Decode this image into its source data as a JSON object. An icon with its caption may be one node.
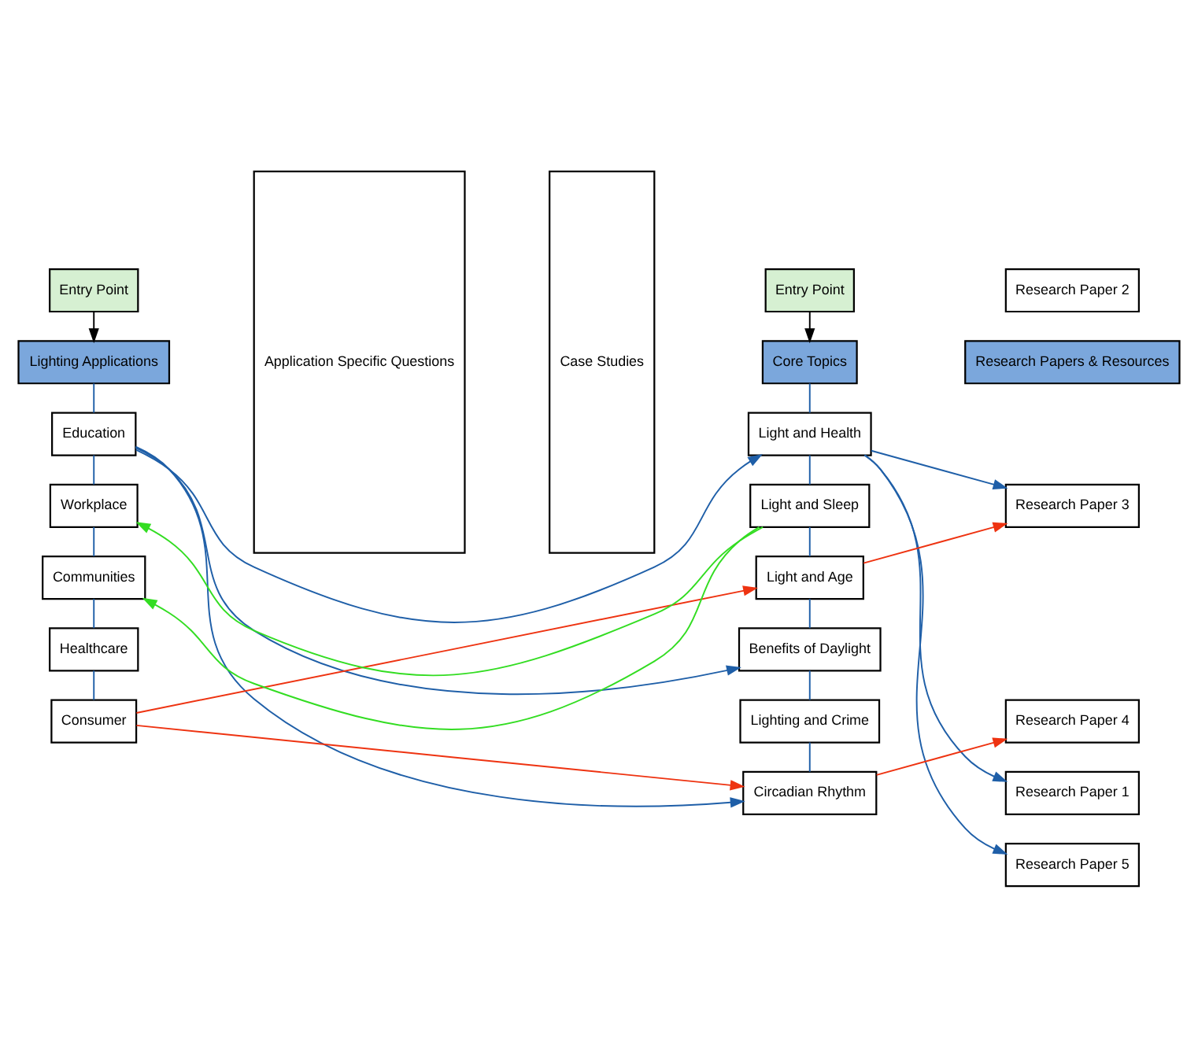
{
  "diagram": {
    "nodes": [
      {
        "text": [
          "Entry Point"
        ]
      },
      {
        "text": [
          "Lighting Applications"
        ]
      },
      {
        "text": [
          "Education"
        ]
      },
      {
        "text": [
          "Workplace"
        ]
      },
      {
        "text": [
          "Communities"
        ]
      },
      {
        "text": [
          "Healthcare"
        ]
      },
      {
        "text": [
          "Consumer"
        ]
      },
      {
        "text": [
          "Application Specific Questions"
        ]
      },
      {
        "text": [
          "Case Studies"
        ]
      },
      {
        "text": [
          "Entry Point"
        ]
      },
      {
        "text": [
          "Core Topics"
        ]
      },
      {
        "text": [
          "Light and Health"
        ]
      },
      {
        "text": [
          "Light and Sleep"
        ]
      },
      {
        "text": [
          "Light and Age"
        ]
      },
      {
        "text": [
          "Benefits of Daylight"
        ]
      },
      {
        "text": [
          "Lighting and Crime"
        ]
      },
      {
        "text": [
          "Circadian Rhythm"
        ]
      },
      {
        "text": [
          "Research Papers & Resources"
        ]
      },
      {
        "text": [
          "Research Paper 1"
        ]
      },
      {
        "text": [
          "Research Paper 2"
        ]
      },
      {
        "text": [
          "Research Paper 3"
        ]
      },
      {
        "text": [
          "Research Paper 4"
        ]
      },
      {
        "text": [
          "Research Paper 5"
        ]
      }
    ],
    "edges": [
      {
        "from": 0,
        "to": 1,
        "arrow": "to",
        "color": "#000000"
      },
      {
        "from": 1,
        "to": 2,
        "arrow": "none"
      },
      {
        "from": 2,
        "to": 3,
        "arrow": "none"
      },
      {
        "from": 3,
        "to": 4,
        "arrow": "none"
      },
      {
        "from": 4,
        "to": 5,
        "arrow": "none"
      },
      {
        "from": 5,
        "to": 6,
        "arrow": "none"
      },
      {
        "from": 9,
        "to": 10,
        "arrow": "to",
        "color": "#000000"
      },
      {
        "from": 10,
        "to": 11,
        "arrow": "none"
      },
      {
        "from": 11,
        "to": 12,
        "arrow": "none"
      },
      {
        "from": 12,
        "to": 13,
        "arrow": "none"
      },
      {
        "from": 13,
        "to": 14,
        "arrow": "none"
      },
      {
        "from": 14,
        "to": 15,
        "arrow": "none"
      },
      {
        "from": 15,
        "to": 16,
        "arrow": "none"
      },
      {
        "from": 2,
        "to": 11,
        "arrow": "to"
      },
      {
        "from": 2,
        "to": 14,
        "arrow": "to"
      },
      {
        "from": 2,
        "to": 16,
        "arrow": "to"
      },
      {
        "from": 12,
        "to": 3,
        "arrow": "to",
        "color": "#33dd22"
      },
      {
        "from": 12,
        "to": 4,
        "arrow": "to",
        "color": "#33dd22"
      },
      {
        "from": 6,
        "to": 13,
        "arrow": "to",
        "color": "#ee3311"
      },
      {
        "from": 6,
        "to": 16,
        "arrow": "to",
        "color": "#ee3311"
      },
      {
        "from": 11,
        "to": 18,
        "arrow": "to"
      },
      {
        "from": 11,
        "to": 20,
        "arrow": "to"
      },
      {
        "from": 11,
        "to": 22,
        "arrow": "to"
      },
      {
        "from": 13,
        "to": 20,
        "arrow": "to",
        "color": "#ee3311"
      },
      {
        "from": 16,
        "to": 21,
        "arrow": "to",
        "color": "#ee3311"
      }
    ]
  }
}
